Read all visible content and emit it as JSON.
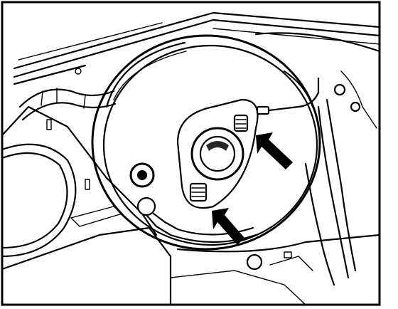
{
  "figure": {
    "subject": "brake-booster-mounting-nuts",
    "callouts": [
      {
        "id": "upper-stud-arrow",
        "points_to": "upper-mounting-stud"
      },
      {
        "id": "lower-stud-arrow",
        "points_to": "lower-mounting-stud"
      }
    ],
    "colors": {
      "ink": "#000000",
      "paper": "#ffffff"
    }
  }
}
